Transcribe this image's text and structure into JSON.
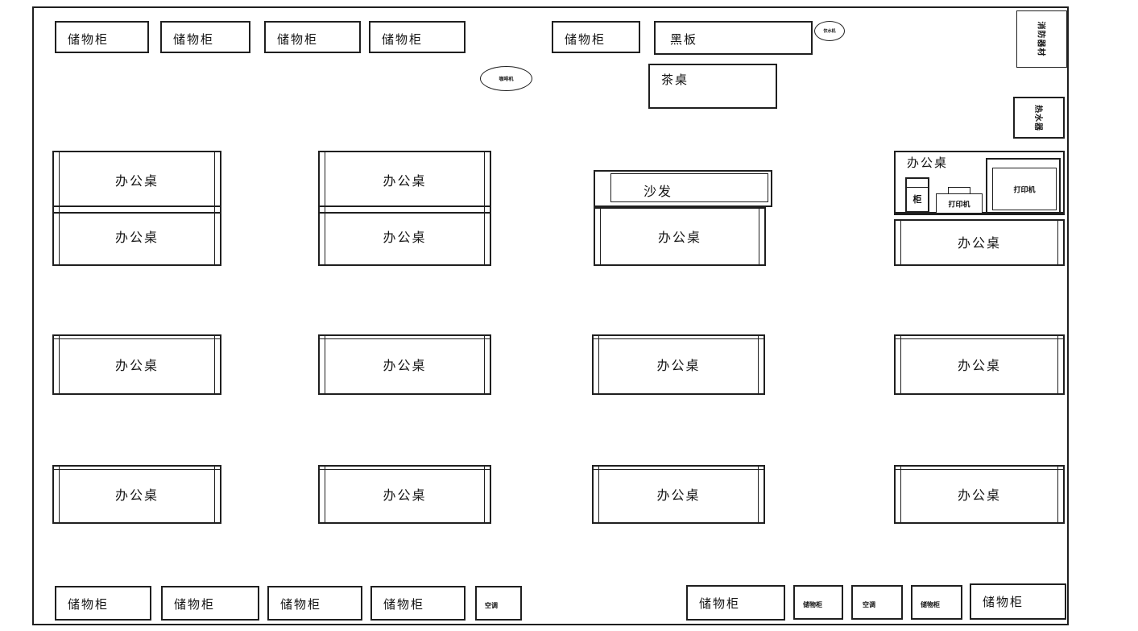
{
  "floorplan": {
    "labels": {
      "storage_cabinet": "储物柜",
      "blackboard": "黑板",
      "tea_table": "茶桌",
      "coffee_machine": "咖啡机",
      "water_dispenser": "饮水机",
      "fire_equipment": "消防器材",
      "water_heater": "热水器",
      "office_desk": "办公桌",
      "sofa": "沙发",
      "printer": "打印机",
      "small_cabinet": "柜",
      "air_conditioner": "空调"
    },
    "colors": {
      "line": "#1f1f1f",
      "background": "#ffffff"
    }
  }
}
